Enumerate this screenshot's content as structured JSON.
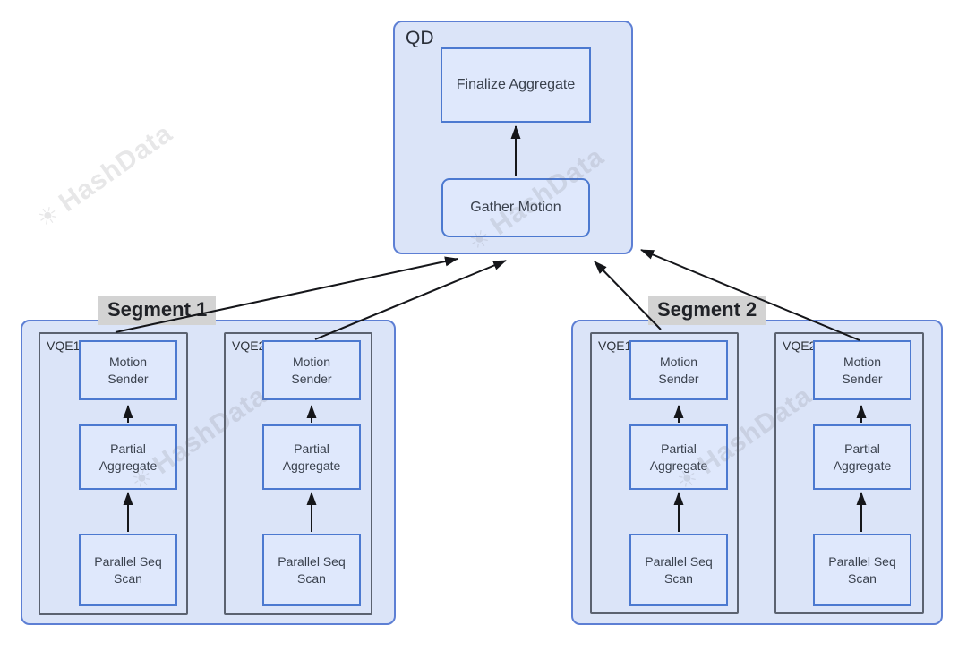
{
  "qd": {
    "label": "QD",
    "finalize_node": "Finalize Aggregate",
    "gather_node": "Gather Motion"
  },
  "segments": [
    {
      "label": "Segment 1",
      "vqes": [
        {
          "label": "VQE1",
          "nodes": [
            "Motion Sender",
            "Partial Aggregate",
            "Parallel Seq Scan"
          ]
        },
        {
          "label": "VQE2",
          "nodes": [
            "Motion Sender",
            "Partial Aggregate",
            "Parallel Seq Scan"
          ]
        }
      ]
    },
    {
      "label": "Segment 2",
      "vqes": [
        {
          "label": "VQE1",
          "nodes": [
            "Motion Sender",
            "Partial Aggregate",
            "Parallel Seq Scan"
          ]
        },
        {
          "label": "VQE2",
          "nodes": [
            "Motion Sender",
            "Partial Aggregate",
            "Parallel Seq Scan"
          ]
        }
      ]
    }
  ],
  "watermark": {
    "logo_glyph": "☀",
    "text": "HashData"
  },
  "colors": {
    "container_fill": "#dbe4f8",
    "container_border": "#5d7fd4",
    "node_fill": "#dfe8fc",
    "node_border": "#4c79d0",
    "vqe_border": "#5b6270",
    "segment_label_bg": "#d3d3d3",
    "arrow": "#15161a",
    "text": "#3a414d"
  }
}
